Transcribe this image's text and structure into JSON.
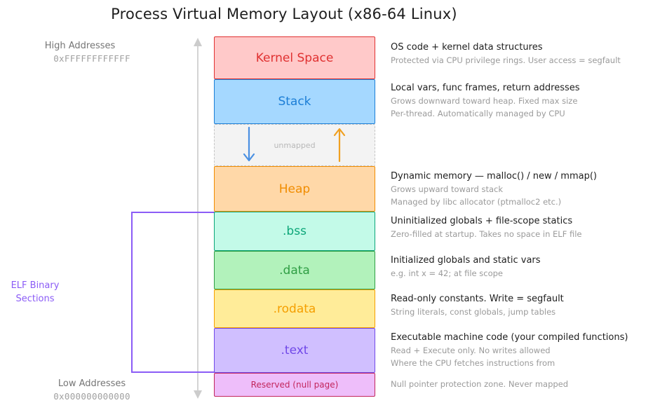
{
  "title": "Process Virtual Memory Layout  (x86-64 Linux)",
  "high_addresses": {
    "label": "High Addresses",
    "value": "0xFFFFFFFFFFFF"
  },
  "low_addresses": {
    "label": "Low Addresses",
    "value": "0x000000000000"
  },
  "elf_label": {
    "line1": "ELF Binary",
    "line2": "Sections"
  },
  "colors": {
    "elf": "#8b5cf6",
    "stack_arrow": "#4a90e2",
    "heap_arrow": "#f0a020"
  },
  "segments": [
    {
      "label": "Kernel Space",
      "color": "#e03131",
      "bg": "#ffc9c9"
    },
    {
      "label": "Stack",
      "color": "#1c7ed6",
      "bg": "#a5d8ff"
    },
    {
      "label": "unmapped",
      "color": "#c6c6c6",
      "bg": "#f3f3f3"
    },
    {
      "label": "Heap",
      "color": "#f08c00",
      "bg": "#ffd8a8"
    },
    {
      "label": ".bss",
      "color": "#0ca678",
      "bg": "#c3fae8"
    },
    {
      "label": ".data",
      "color": "#2f9e44",
      "bg": "#b2f2bb"
    },
    {
      "label": ".rodata",
      "color": "#f59f00",
      "bg": "#ffec99"
    },
    {
      "label": ".text",
      "color": "#7048e8",
      "bg": "#d0bfff"
    },
    {
      "label": "Reserved (null page)",
      "color": "#c2255c",
      "bg": "#eebefa"
    }
  ],
  "descriptions": [
    {
      "main": "OS code + kernel data structures",
      "subs": [
        "Protected via CPU privilege rings. User access = segfault"
      ]
    },
    {
      "main": "Local vars, func frames, return addresses",
      "subs": [
        "Grows downward toward heap. Fixed max size",
        "Per-thread. Automatically managed by CPU"
      ]
    },
    {
      "main": "Dynamic memory  —  malloc() / new / mmap()",
      "subs": [
        "Grows upward toward stack",
        "Managed by libc allocator (ptmalloc2 etc.)"
      ]
    },
    {
      "main": "Uninitialized globals + file-scope statics",
      "subs": [
        "Zero-filled at startup. Takes no space in ELF file"
      ]
    },
    {
      "main": "Initialized globals and static vars",
      "subs": [
        "e.g. int x = 42; at file scope"
      ]
    },
    {
      "main": "Read-only constants. Write = segfault",
      "subs": [
        "String literals, const globals, jump tables"
      ]
    },
    {
      "main": "Executable machine code  (your compiled functions)",
      "subs": [
        "Read + Execute only. No writes allowed",
        "Where the CPU fetches instructions from"
      ]
    },
    {
      "main": "",
      "subs": [
        "Null pointer protection zone. Never mapped"
      ]
    }
  ]
}
